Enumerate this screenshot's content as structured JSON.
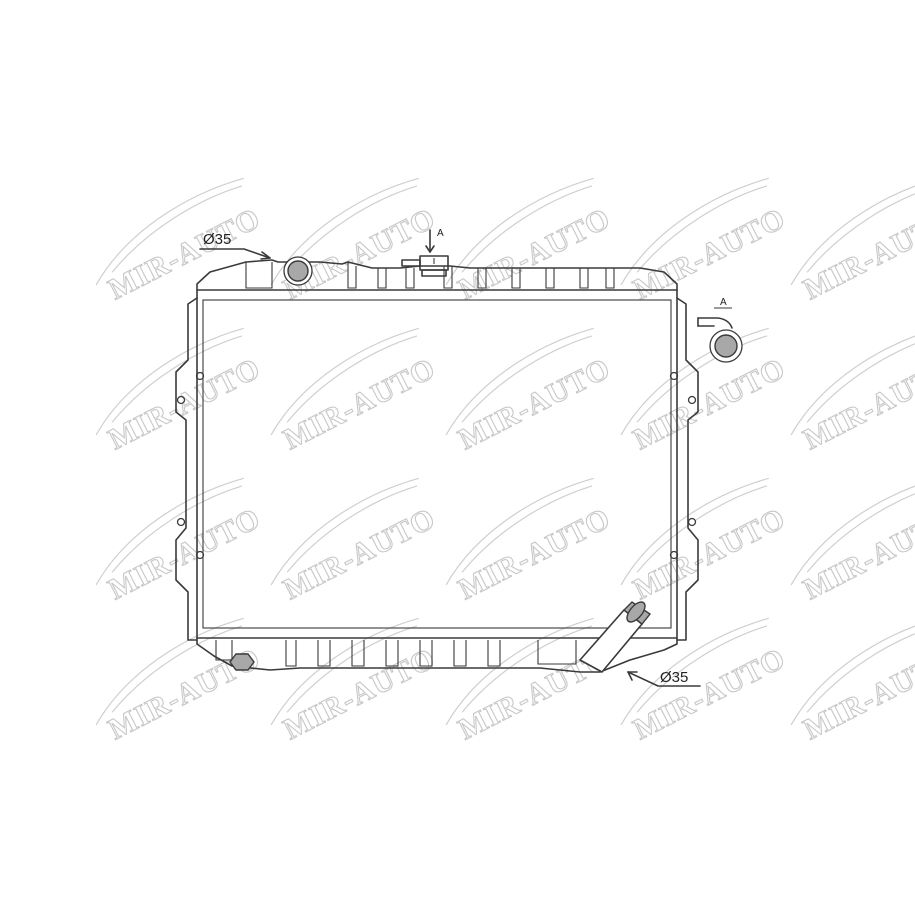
{
  "labels": {
    "top_inlet_diameter": "Ø35",
    "bottom_outlet_diameter": "Ø35",
    "cap_section_marker": "A",
    "detail_view_marker": "A"
  },
  "watermark": {
    "text": "MIR-AUTO",
    "color": "#c8c8c8"
  },
  "colors": {
    "outline": "#3a3a3a",
    "pipe_fill": "#a8a8a8",
    "background": "#ffffff"
  }
}
